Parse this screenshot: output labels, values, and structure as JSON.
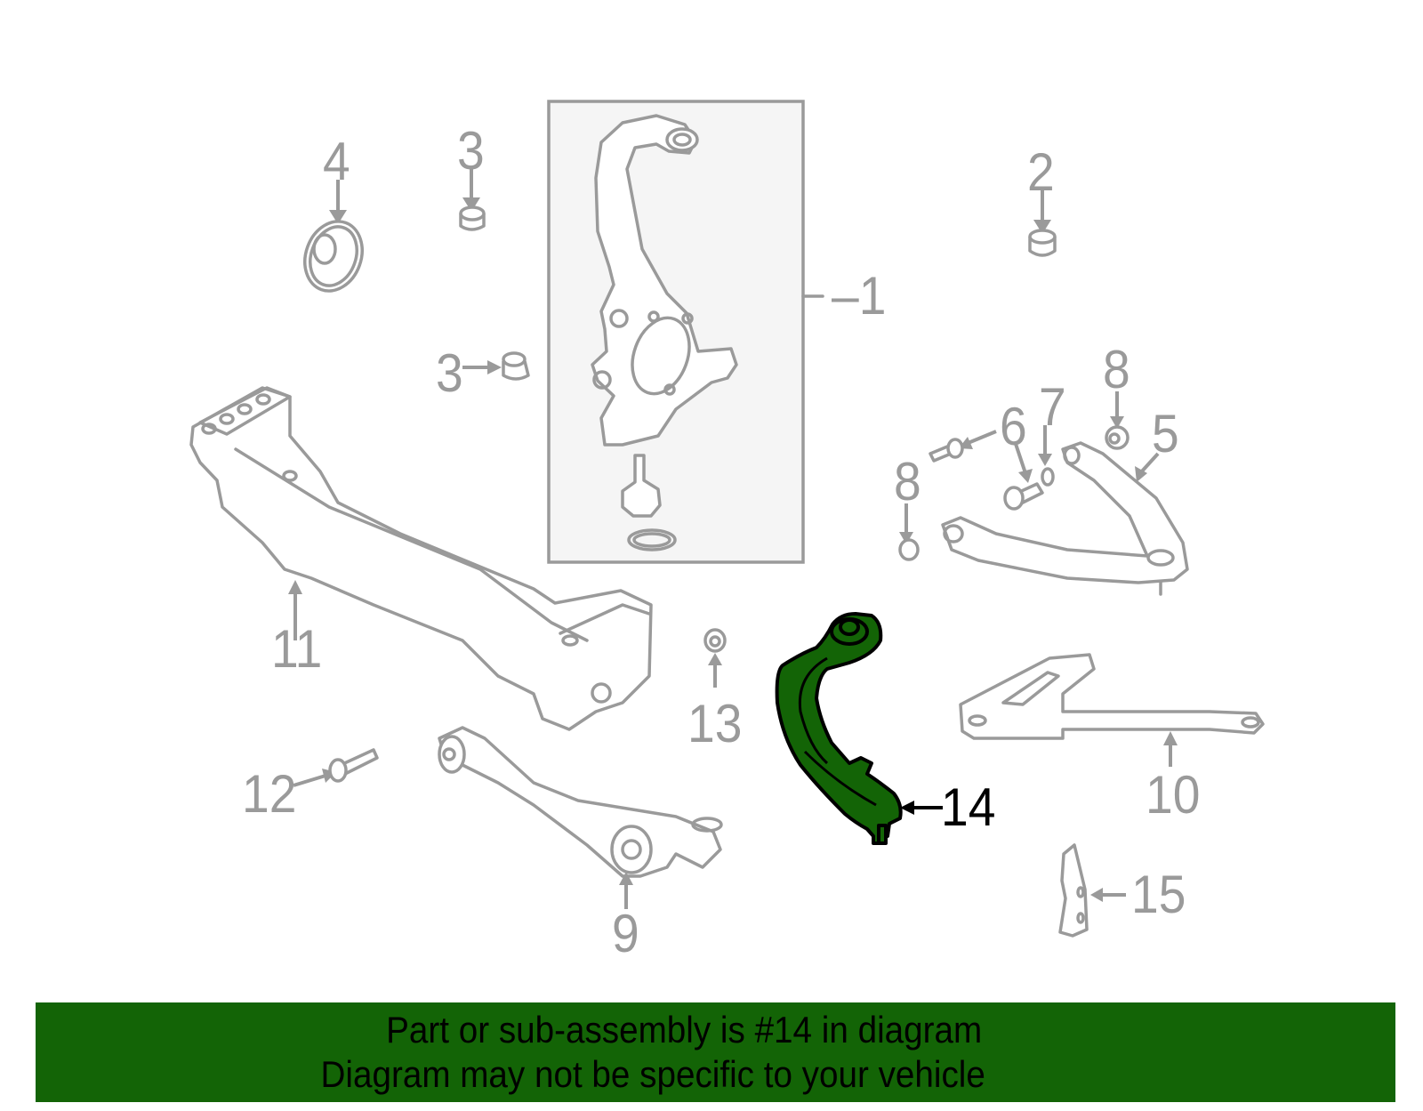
{
  "diagram": {
    "highlighted_part": "14",
    "colors": {
      "part_stroke": "#9a9a9a",
      "highlight_fill": "#136406",
      "banner_bg": "#136406",
      "kit_box_bg": "#f5f5f5"
    },
    "callouts": [
      {
        "id": "1",
        "label": "–1",
        "part": "steering-knuckle-assembly"
      },
      {
        "id": "2",
        "label": "2",
        "part": "bushing"
      },
      {
        "id": "3a",
        "label": "3",
        "part": "bushing"
      },
      {
        "id": "3b",
        "label": "3",
        "part": "bushing"
      },
      {
        "id": "4",
        "label": "4",
        "part": "dust-cover"
      },
      {
        "id": "5",
        "label": "5",
        "part": "upper-control-arm"
      },
      {
        "id": "6",
        "label": "6",
        "part": "bolt"
      },
      {
        "id": "7",
        "label": "7",
        "part": "washer"
      },
      {
        "id": "8a",
        "label": "8",
        "part": "nut"
      },
      {
        "id": "8b",
        "label": "8",
        "part": "nut"
      },
      {
        "id": "9",
        "label": "9",
        "part": "lower-control-arm"
      },
      {
        "id": "10",
        "label": "10",
        "part": "tension-rod"
      },
      {
        "id": "11",
        "label": "11",
        "part": "crossmember"
      },
      {
        "id": "12",
        "label": "12",
        "part": "bolt"
      },
      {
        "id": "13",
        "label": "13",
        "part": "nut"
      },
      {
        "id": "14",
        "label": "14",
        "part": "transverse-link"
      },
      {
        "id": "15",
        "label": "15",
        "part": "bracket"
      }
    ]
  },
  "banner": {
    "line1": "Part or sub-assembly is #14 in diagram",
    "line2": "Diagram may not be specific to your vehicle"
  }
}
